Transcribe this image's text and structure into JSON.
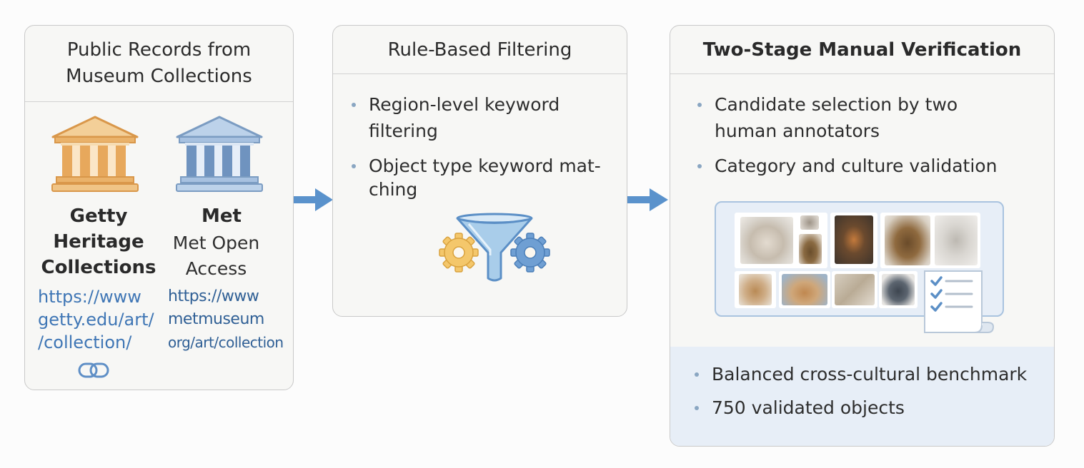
{
  "source": {
    "title": "Public Records from Museum Collections",
    "title_lines": [
      "Public Records from",
      "Museum Collections"
    ],
    "getty": {
      "name_lines": [
        "Getty",
        "Heritage",
        "Collections"
      ],
      "url_lines": [
        "https://www",
        "getty.edu/art/",
        "/collection/"
      ]
    },
    "met": {
      "name": "Met",
      "subtitle_lines": [
        "Met Open",
        "Access"
      ],
      "url_lines": [
        "https://www",
        "metmuseum",
        "org/art/collection"
      ]
    },
    "link_icon": "link-icon"
  },
  "filtering": {
    "title": "Rule-Based Filtering",
    "bullets": [
      [
        "Region-level keyword",
        "filtering"
      ],
      [
        "Object type keyword mat-",
        "ching"
      ]
    ],
    "icon": "funnel-gears-icon"
  },
  "verification": {
    "title": "Two-Stage Manual Verification",
    "bullets": [
      [
        "Candidate selection by two",
        "human annotators"
      ],
      [
        "Category and culture validation"
      ]
    ],
    "results": [
      "Balanced cross-cultural benchmark",
      "750 validated objects"
    ],
    "icon": "checklist-icon"
  },
  "colors": {
    "getty_gold": "#e8b570",
    "met_blue": "#6f97c4",
    "arrow_blue": "#5a92cc",
    "link_blue": "#3f76b5"
  }
}
